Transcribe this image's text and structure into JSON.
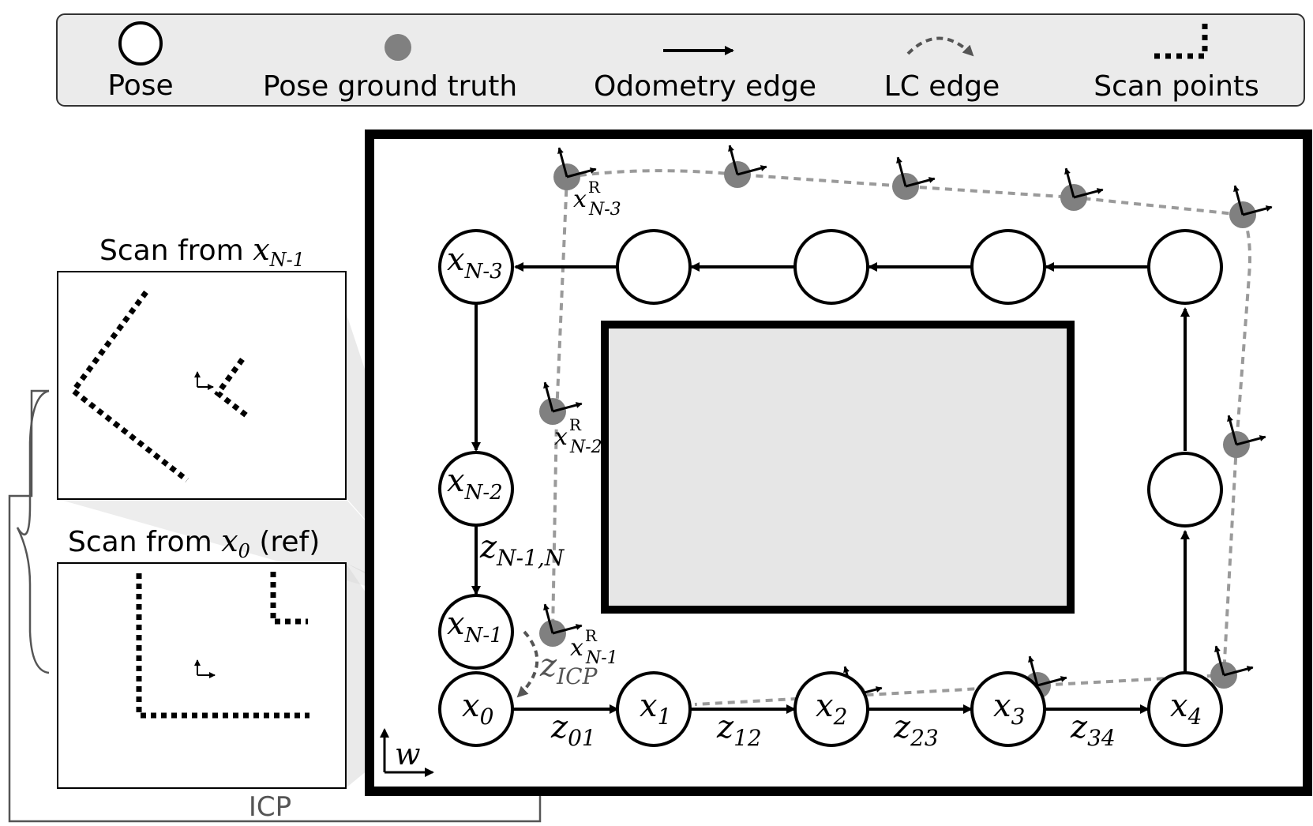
{
  "legend": {
    "pose": "Pose",
    "pose_gt": "Pose ground truth",
    "odom": "Odometry edge",
    "lc": "LC edge",
    "scan": "Scan points"
  },
  "scans": {
    "top_prefix": "Scan from ",
    "top_var": "x",
    "top_sub": "N-1",
    "bottom_prefix": "Scan from ",
    "bottom_var": "x",
    "bottom_sub": "0",
    "bottom_suffix": " (ref)",
    "icp": "ICP"
  },
  "nodes": {
    "x0": {
      "v": "x",
      "s": "0"
    },
    "x1": {
      "v": "x",
      "s": "1"
    },
    "x2": {
      "v": "x",
      "s": "2"
    },
    "x3": {
      "v": "x",
      "s": "3"
    },
    "x4": {
      "v": "x",
      "s": "4"
    },
    "xn3": {
      "v": "x",
      "s": "N-3"
    },
    "xn2": {
      "v": "x",
      "s": "N-2"
    },
    "xn1": {
      "v": "x",
      "s": "N-1"
    }
  },
  "edges": {
    "z01": {
      "v": "z",
      "s": "01"
    },
    "z12": {
      "v": "z",
      "s": "12"
    },
    "z23": {
      "v": "z",
      "s": "23"
    },
    "z34": {
      "v": "z",
      "s": "34"
    },
    "zn1n": {
      "v": "z",
      "s": "N-1,N"
    },
    "zicp": {
      "v": "z",
      "s": "ICP"
    }
  },
  "gt_labels": {
    "n3": {
      "v": "x",
      "sup": "R",
      "s": "N-3"
    },
    "n2": {
      "v": "x",
      "sup": "R",
      "s": "N-2"
    },
    "n1": {
      "v": "x",
      "sup": "R",
      "s": "N-1"
    }
  },
  "frame": {
    "w": "w"
  },
  "colors": {
    "gt": "#808080",
    "obstacle": "#e6e6e6",
    "legend_bg": "#ebebeb",
    "lc": "#555555"
  }
}
